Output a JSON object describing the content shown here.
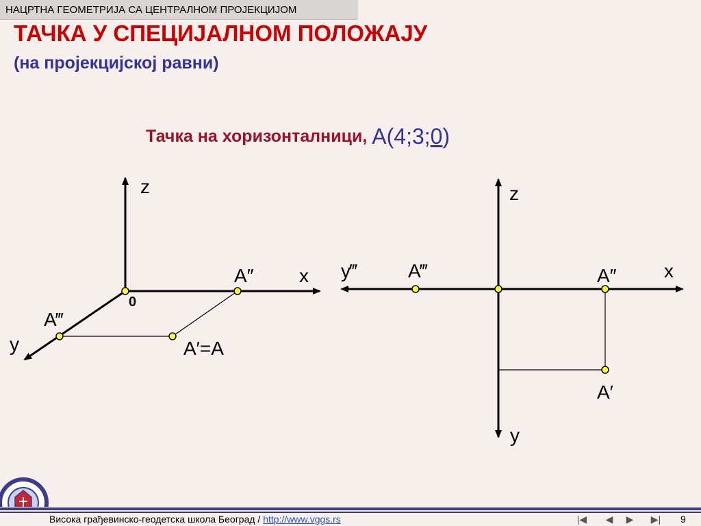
{
  "header": {
    "course": "НАЦРТНА ГЕОМЕТРИЈА СА ЦЕНТРАЛНОМ ПРОЈЕКЦИЈОМ"
  },
  "slide": {
    "title": "ТАЧКА У СПЕЦИЈАЛНОМ ПОЛОЖАЈУ",
    "subtitle": "(на пројекцијској равни)",
    "caption": "Тачка на хоризонталници,",
    "coords_prefix": "А(4;3;",
    "coords_zero": "0",
    "coords_suffix": ")"
  },
  "left_diagram": {
    "z": "z",
    "x": "x",
    "y": "y",
    "origin": "0",
    "a2": "A″",
    "a3": "A‴",
    "a1": "A′=A"
  },
  "right_diagram": {
    "z": "z",
    "x": "x",
    "y_bottom": "y",
    "y3": "y‴",
    "a3": "A‴",
    "a2": "A″",
    "a1": "A′"
  },
  "footer": {
    "school": "Висока грађевинско-геодетска школа Београд  / ",
    "link": "http://www.vggs.rs",
    "page": "9"
  },
  "nav": {
    "first": "|◀",
    "prev": "◀",
    "next": "▶",
    "last": "▶|"
  },
  "colors": {
    "title": "#cc0000",
    "subtitle": "#333399",
    "point_fill": "#ffff33",
    "footer_bar": "#3c3c8c"
  }
}
